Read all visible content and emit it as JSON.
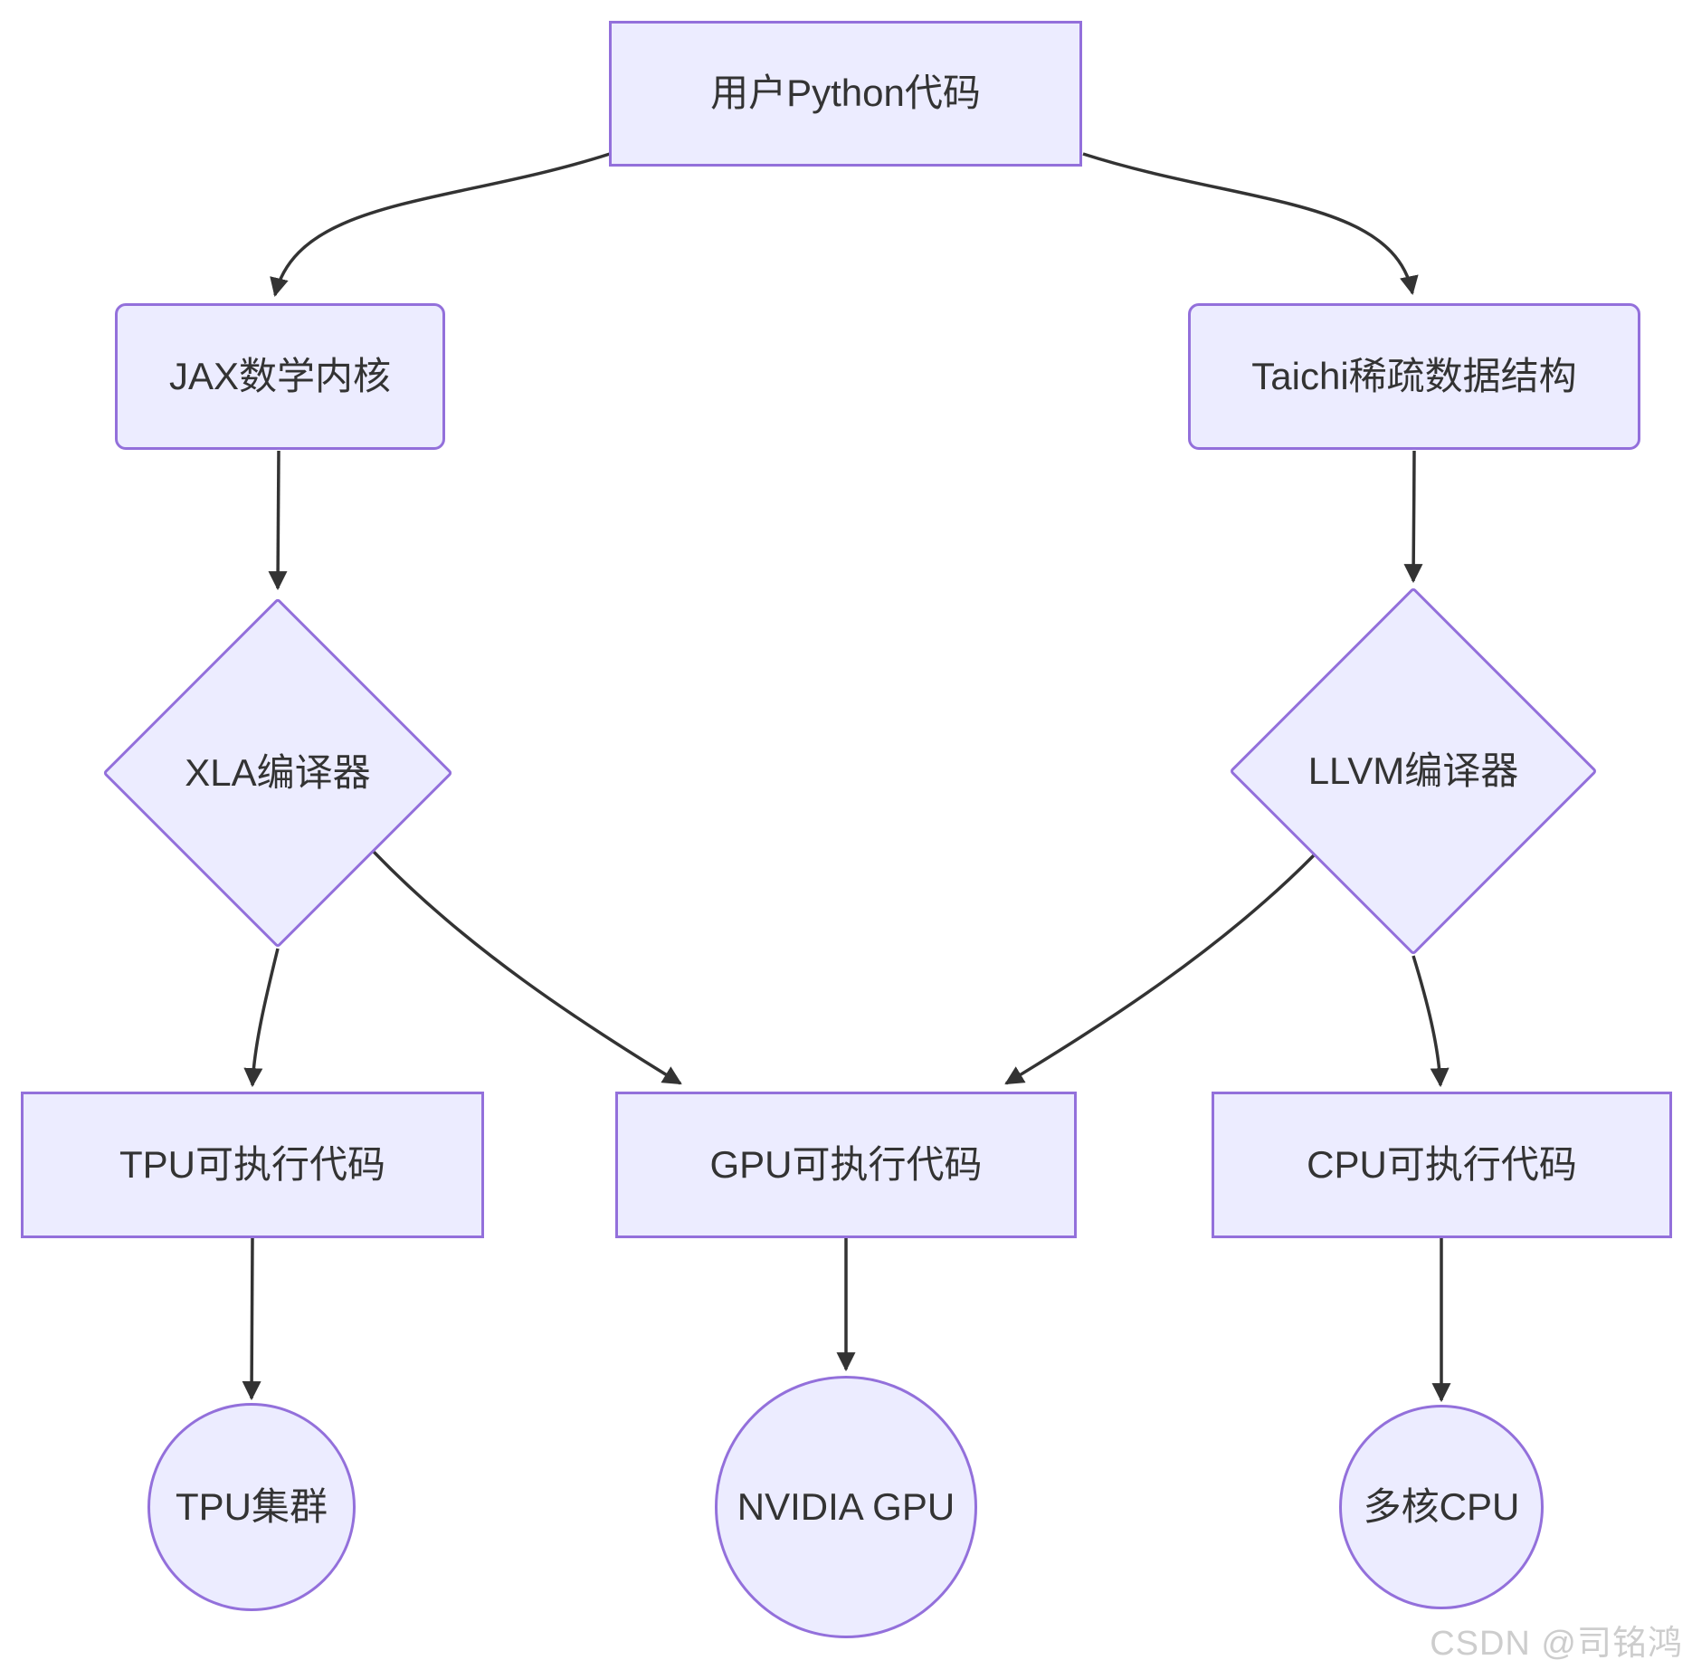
{
  "diagram": {
    "type": "flowchart",
    "direction": "top-down",
    "colors": {
      "node_fill": "#ECECFF",
      "node_border": "#9370DB",
      "edge_line": "#333333",
      "text": "#333333",
      "watermark_text": "#cdcdcd"
    },
    "nodes": {
      "user_python": {
        "label": "用户Python代码",
        "shape": "rect"
      },
      "jax": {
        "label": "JAX数学内核",
        "shape": "rounded"
      },
      "taichi": {
        "label": "Taichi稀疏数据结构",
        "shape": "rounded"
      },
      "xla": {
        "label": "XLA编译器",
        "shape": "diamond"
      },
      "llvm": {
        "label": "LLVM编译器",
        "shape": "diamond"
      },
      "tpu_code": {
        "label": "TPU可执行代码",
        "shape": "rect"
      },
      "gpu_code": {
        "label": "GPU可执行代码",
        "shape": "rect"
      },
      "cpu_code": {
        "label": "CPU可执行代码",
        "shape": "rect"
      },
      "tpu_cluster": {
        "label": "TPU集群",
        "shape": "circle"
      },
      "nvidia_gpu": {
        "label": "NVIDIA GPU",
        "shape": "circle"
      },
      "multicore_cpu": {
        "label": "多核CPU",
        "shape": "circle"
      }
    },
    "edges": [
      {
        "from": "user_python",
        "to": "jax"
      },
      {
        "from": "user_python",
        "to": "taichi"
      },
      {
        "from": "jax",
        "to": "xla"
      },
      {
        "from": "taichi",
        "to": "llvm"
      },
      {
        "from": "xla",
        "to": "tpu_code"
      },
      {
        "from": "xla",
        "to": "gpu_code"
      },
      {
        "from": "llvm",
        "to": "gpu_code"
      },
      {
        "from": "llvm",
        "to": "cpu_code"
      },
      {
        "from": "tpu_code",
        "to": "tpu_cluster"
      },
      {
        "from": "gpu_code",
        "to": "nvidia_gpu"
      },
      {
        "from": "cpu_code",
        "to": "multicore_cpu"
      }
    ]
  },
  "watermark": {
    "text": "CSDN @司铭鸿"
  }
}
